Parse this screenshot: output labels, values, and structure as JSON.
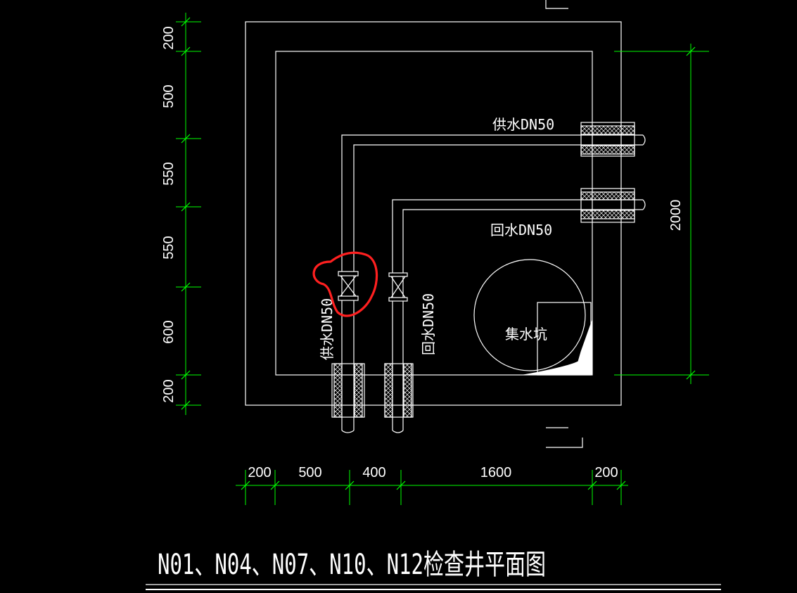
{
  "title": "N01、N04、N07、N10、N12检查井平面图",
  "labels": {
    "supply_horizontal": "供水DN50",
    "return_horizontal": "回水DN50",
    "supply_vertical": "供水DN50",
    "return_vertical": "回水DN50",
    "sump": "集水坑"
  },
  "dimensions": {
    "left": [
      "200",
      "500",
      "550",
      "550",
      "600",
      "200"
    ],
    "bottom": [
      "200",
      "500",
      "400",
      "1600",
      "200"
    ],
    "right": "2000"
  },
  "colors": {
    "background": "#000000",
    "lines": "#ffffff",
    "dimensions": "#00ff00",
    "highlight": "#ff2020"
  },
  "annotation": {
    "type": "hand-drawn-circle",
    "target": "valve-on-supply-pipe"
  }
}
